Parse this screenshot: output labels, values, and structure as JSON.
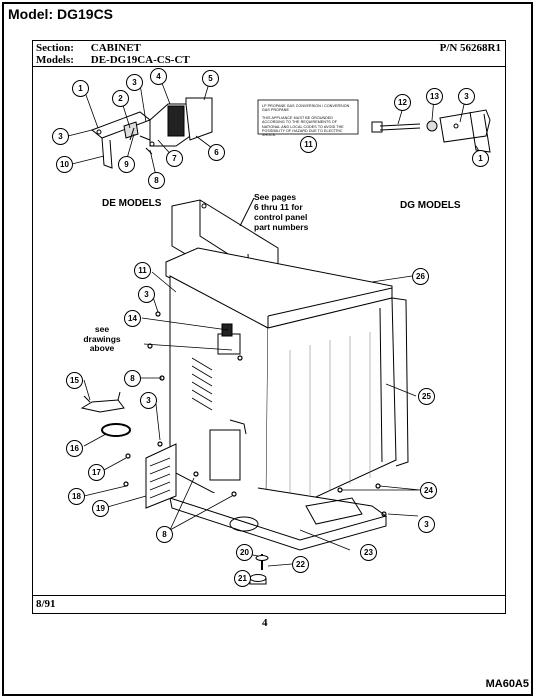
{
  "header": {
    "model_title": "Model:  DG19CS"
  },
  "section": {
    "label": "Section:",
    "value": "CABINET",
    "part_number": "P/N 56268R1"
  },
  "models": {
    "label": "Models:",
    "value": "DE-DG19CA-CS-CT"
  },
  "diagram": {
    "de_label": "DE MODELS",
    "dg_label": "DG MODELS",
    "note_pages": [
      "See pages",
      "6 thru 11 for",
      "control panel",
      "part numbers"
    ],
    "note_drawings": [
      "see",
      "drawings",
      "above"
    ],
    "warning_label": [
      "LP PROPANE GAS CONVERSION / CONVERSION GAS PROPANE",
      "THIS APPLIANCE MUST BE GROUNDED ACCORDING TO THE REQUIREMENTS OF NATIONAL AND LOCAL CODES TO AVOID THE POSSIBILITY OF HAZARD DUE TO ELECTRIC SHOCK."
    ],
    "callouts": [
      "1",
      "2",
      "3",
      "4",
      "5",
      "6",
      "7",
      "8",
      "9",
      "10",
      "11",
      "12",
      "13",
      "3",
      "1",
      "11",
      "3",
      "14",
      "8",
      "15",
      "3",
      "16",
      "17",
      "18",
      "19",
      "8",
      "20",
      "22",
      "21",
      "23",
      "3",
      "24",
      "25",
      "26"
    ]
  },
  "footer": {
    "date": "8/91",
    "page": "4",
    "code": "MA60A5"
  }
}
